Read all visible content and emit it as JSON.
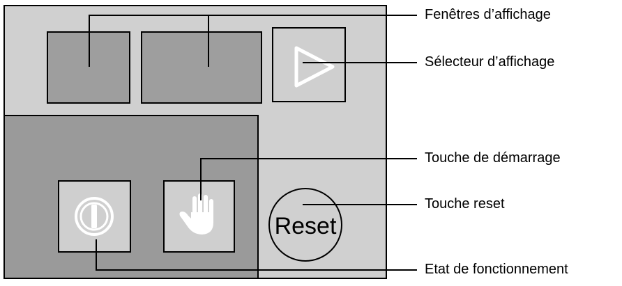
{
  "labels": {
    "display_windows": "Fenêtres d’affichage",
    "display_selector": "Sélecteur d’affichage",
    "start_key": "Touche de démarrage",
    "reset_key": "Touche reset",
    "operating_state": "Etat de fonctionnement"
  },
  "reset_button_text": "Reset",
  "icons": {
    "selector": "play-triangle-icon",
    "power": "power-icon",
    "start": "hand-icon"
  },
  "colors": {
    "panel": "#d0d0d0",
    "lower_panel": "#9a9a9a",
    "windows": "#9e9e9e",
    "buttons": "#cfcfcf",
    "icon": "#ffffff",
    "line": "#000000"
  }
}
